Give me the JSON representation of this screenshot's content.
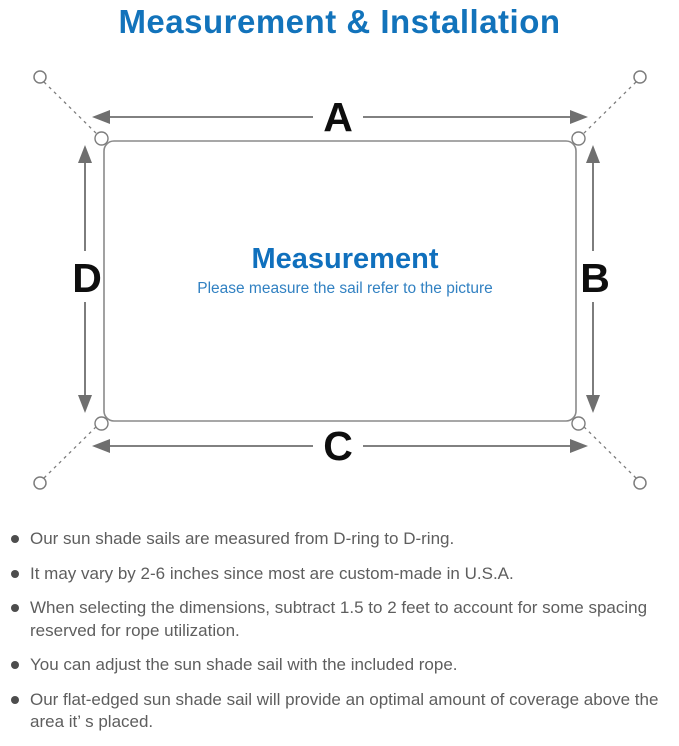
{
  "title": "Measurement & Installation",
  "colors": {
    "title_blue": "#1273bb",
    "center_title_blue": "#1070bd",
    "center_subtitle_blue": "#3181c2",
    "line_gray": "#7d7d7d",
    "label_black": "#0e0e0e",
    "body_text_gray": "#5e5e5e",
    "background": "#ffffff"
  },
  "diagram": {
    "center_title": "Measurement",
    "center_subtitle": "Please measure the sail refer to the picture",
    "dimension_labels": {
      "top": "A",
      "right": "B",
      "bottom": "C",
      "left": "D"
    }
  },
  "bullets": [
    "Our sun shade sails are measured from D-ring to D-ring.",
    "It may vary by 2-6 inches since most are custom-made in U.S.A.",
    "When selecting the dimensions, subtract 1.5 to 2 feet to account for some spacing reserved for rope utilization.",
    "You can adjust the sun shade sail with the included rope.",
    "Our flat-edged sun shade sail will provide an optimal amount of coverage above the area it’ s placed."
  ]
}
